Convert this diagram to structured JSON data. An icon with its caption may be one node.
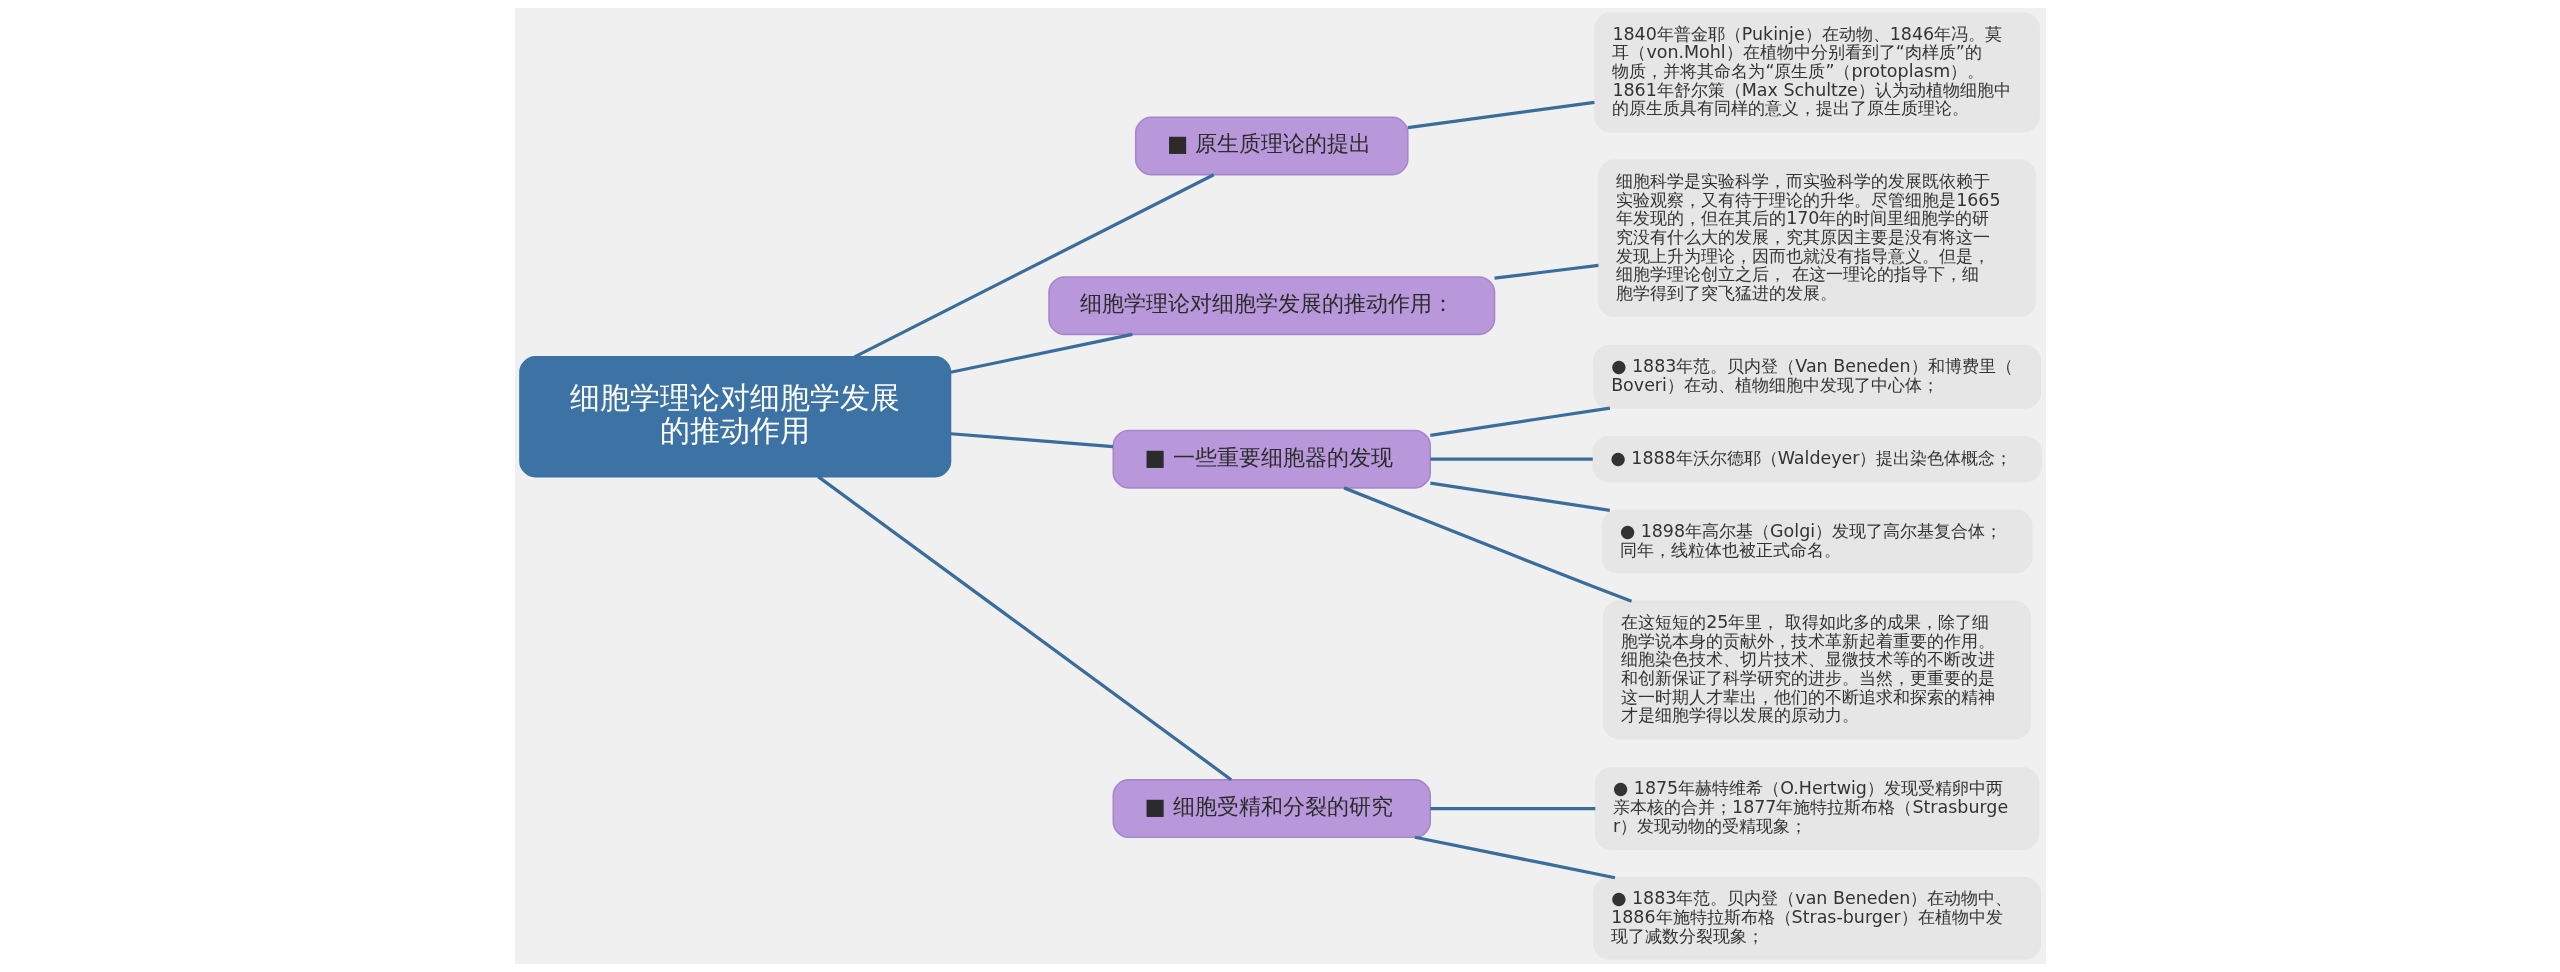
{
  "diagram": {
    "nodes": [
      {
        "text": [
          "细胞学理论对细胞学发展的推动作用"
        ]
      },
      {
        "text": [
          "■ 原生质理论的提出"
        ]
      },
      {
        "text": [
          "1840年普金耶（Pukinje）在动物、1846年冯。莫耳（von.Mohl）在植物中分别看到了“肉样质”的物质，并将其命名为“原生质”（protoplasm）。1861年舒尔策（Max Schultze）认为动植物细胞中的原生质具有同样的意义，提出了原生质理论。"
        ]
      },
      {
        "text": [
          "细胞学理论对细胞学发展的推动作用："
        ]
      },
      {
        "text": [
          "细胞科学是实验科学，而实验科学的发展既依赖于实验观察，又有待于理论的升华。尽管细胞是1665年发现的，但在其后的170年的时间里细胞学的研究没有什么大的发展，究其原因主要是没有将这一发现上升为理论，因而也就没有指导意义。但是，细胞学理论创立之后， 在这一理论的指导下，细胞学得到了突飞猛进的发展。"
        ]
      },
      {
        "text": [
          "■ 一些重要细胞器的发现"
        ]
      },
      {
        "text": [
          "● 1883年范。贝内登（Van Beneden）和博费里（Boveri）在动、植物细胞中发现了中心体；"
        ]
      },
      {
        "text": [
          "● 1888年沃尔德耶（Waldeyer）提出染色体概念；"
        ]
      },
      {
        "text": [
          "● 1898年高尔基（Golgi）发现了高尔基复合体；同年，线粒体也被正式命名。"
        ]
      },
      {
        "text": [
          "在这短短的25年里， 取得如此多的成果，除了细胞学说本身的贡献外，技术革新起着重要的作用。细胞染色技术、切片技术、显微技术等的不断改进和创新保证了科学研究的进步。当然，更重要的是这一时期人才辈出，他们的不断追求和探索的精神才是细胞学得以发展的原动力。"
        ]
      },
      {
        "text": [
          "■ 细胞受精和分裂的研究"
        ]
      },
      {
        "text": [
          "● 1875年赫特维希（O.Hertwig）发现受精卵中两亲本核的合并；1877年施特拉斯布格（Strasburger）发现动物的受精现象；"
        ]
      },
      {
        "text": [
          "● 1883年范。贝内登（van Beneden）在动物中、1886年施特拉斯布格（Stras-burger）在植物中发现了减数分裂现象；"
        ]
      }
    ],
    "edges": [
      {
        "from": 0,
        "to": 1,
        "arrow": "none"
      },
      {
        "from": 1,
        "to": 2,
        "arrow": "none"
      },
      {
        "from": 0,
        "to": 3,
        "arrow": "none"
      },
      {
        "from": 3,
        "to": 4,
        "arrow": "none"
      },
      {
        "from": 0,
        "to": 5,
        "arrow": "none"
      },
      {
        "from": 5,
        "to": 6,
        "arrow": "none"
      },
      {
        "from": 5,
        "to": 7,
        "arrow": "none"
      },
      {
        "from": 5,
        "to": 8,
        "arrow": "none"
      },
      {
        "from": 5,
        "to": 9,
        "arrow": "none"
      },
      {
        "from": 0,
        "to": 10,
        "arrow": "none"
      },
      {
        "from": 10,
        "to": 11,
        "arrow": "none"
      },
      {
        "from": 10,
        "to": 12,
        "arrow": "none"
      }
    ]
  }
}
